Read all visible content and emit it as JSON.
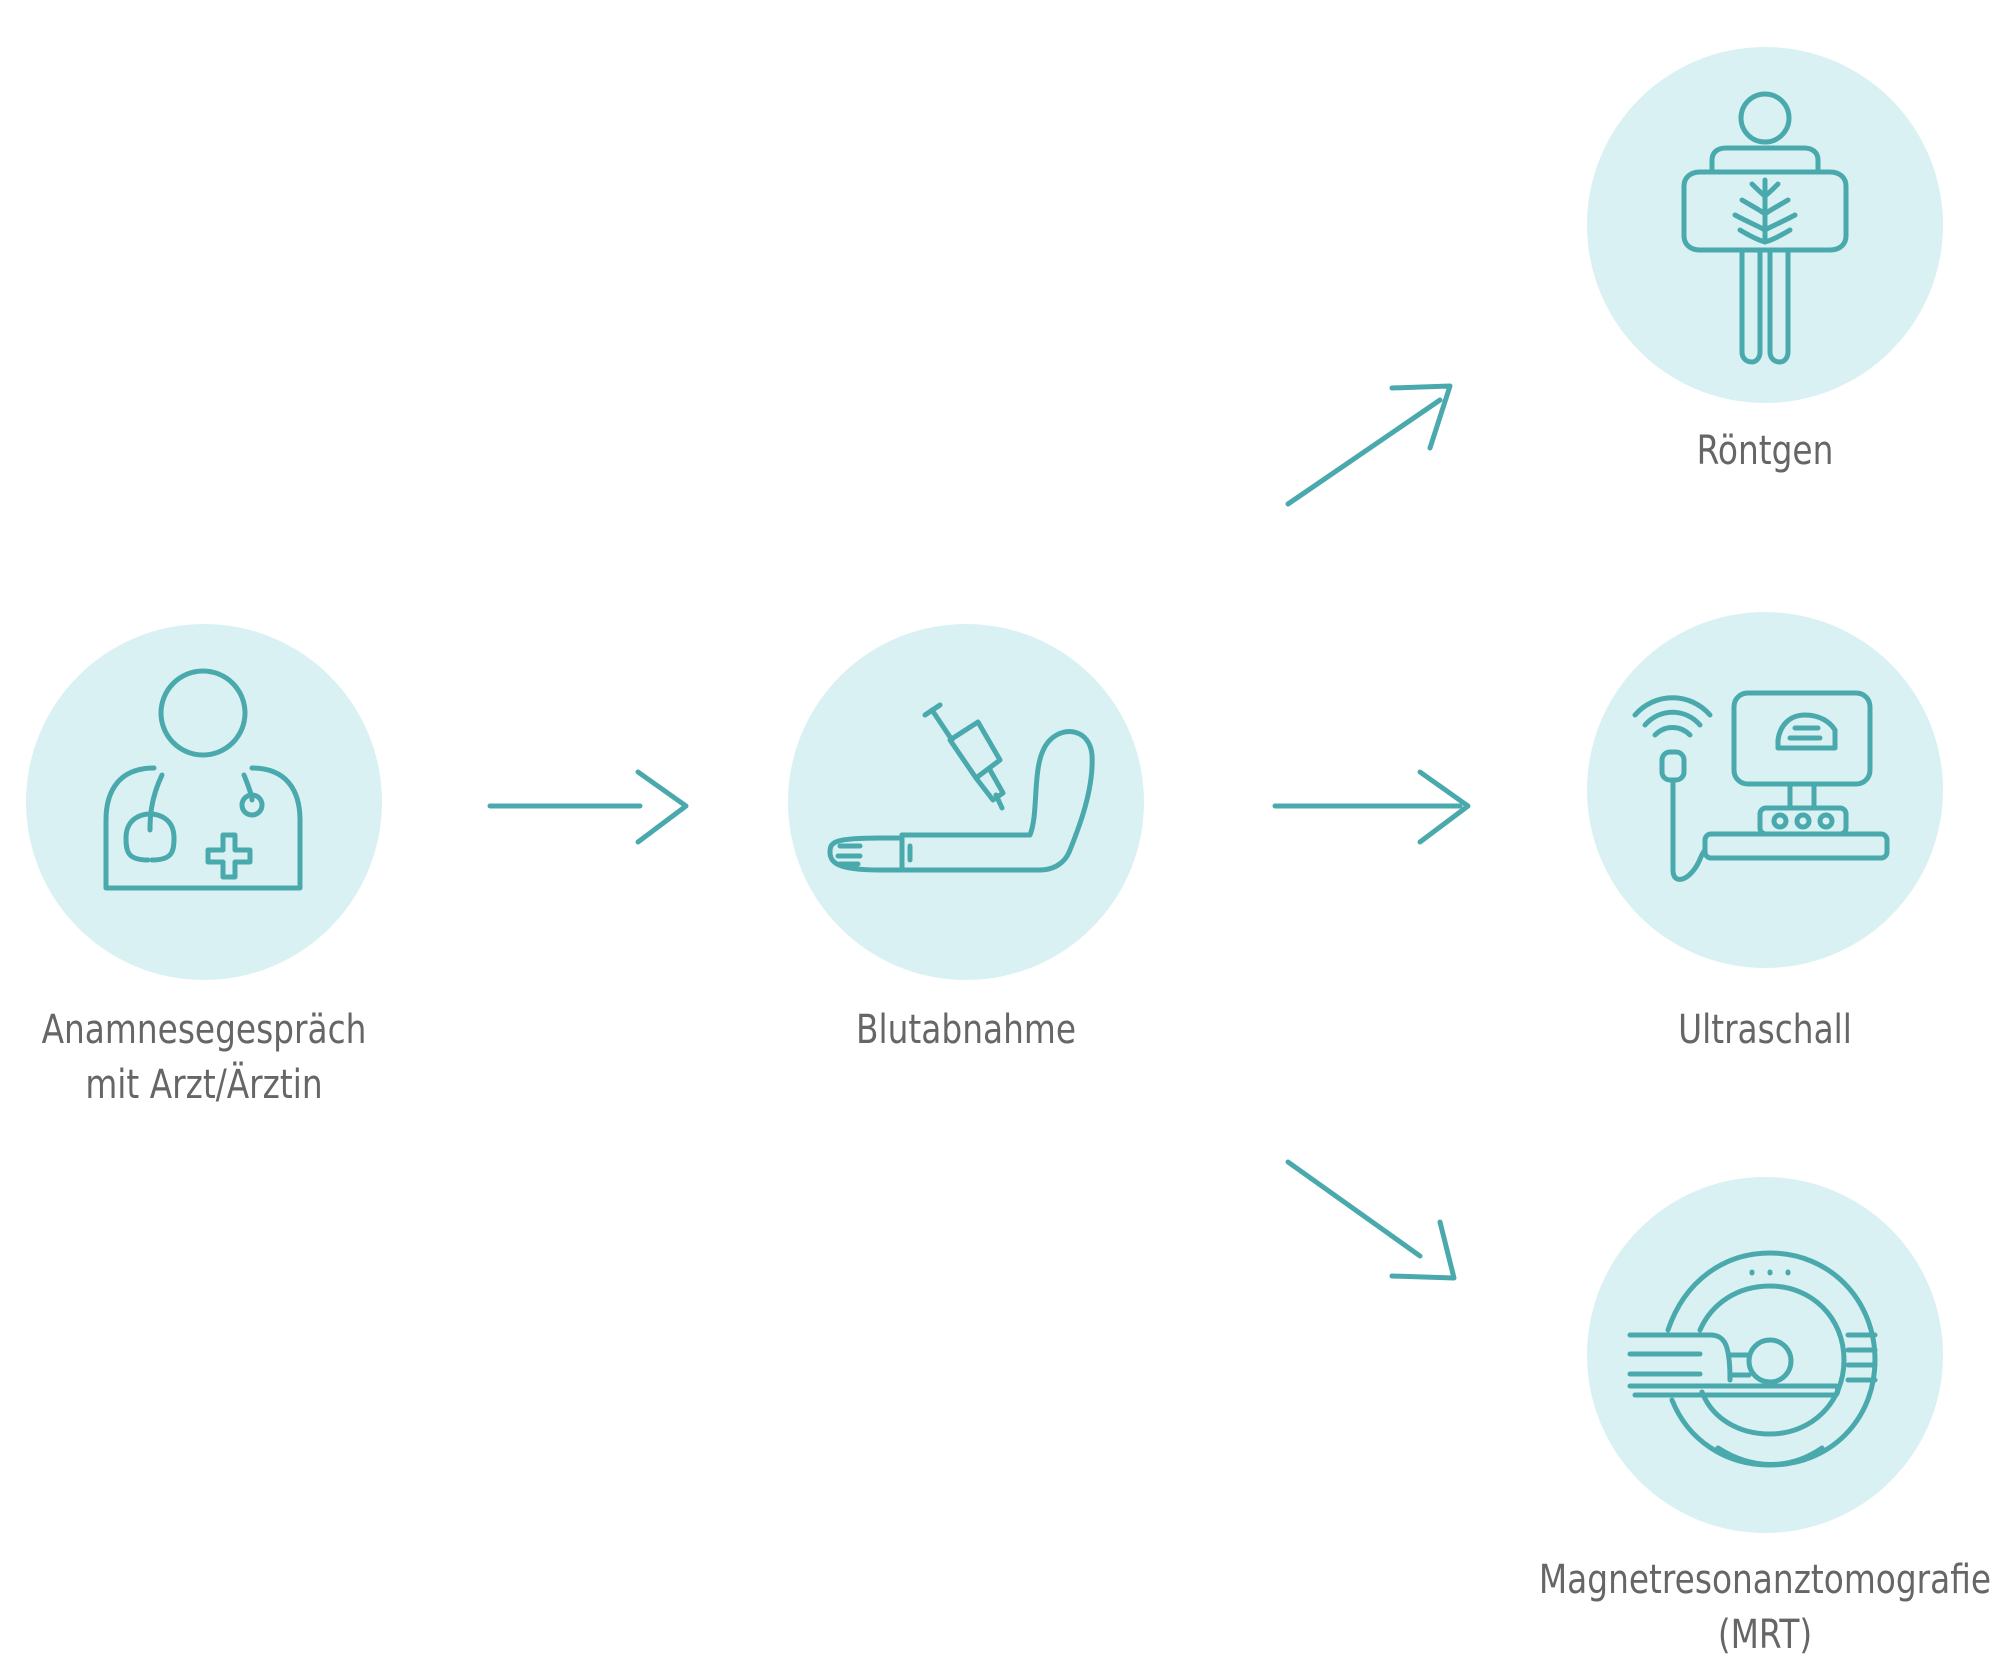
{
  "colors": {
    "accent": "#4aa9ad",
    "circle_fill": "#d9f1f2",
    "text": "#666666"
  },
  "nodes": {
    "anamnese": {
      "line1": "Anamnesegespräch",
      "line2": "mit Arzt/Ärztin",
      "icon": "doctor-icon"
    },
    "blut": {
      "label": "Blutabnahme",
      "icon": "blood-draw-icon"
    },
    "roentgen": {
      "label": "Röntgen",
      "icon": "xray-icon"
    },
    "ultraschall": {
      "label": "Ultraschall",
      "icon": "ultrasound-icon"
    },
    "mrt": {
      "line1": "Magnetresonanztomografie",
      "line2": "(MRT)",
      "icon": "mri-scanner-icon"
    }
  }
}
